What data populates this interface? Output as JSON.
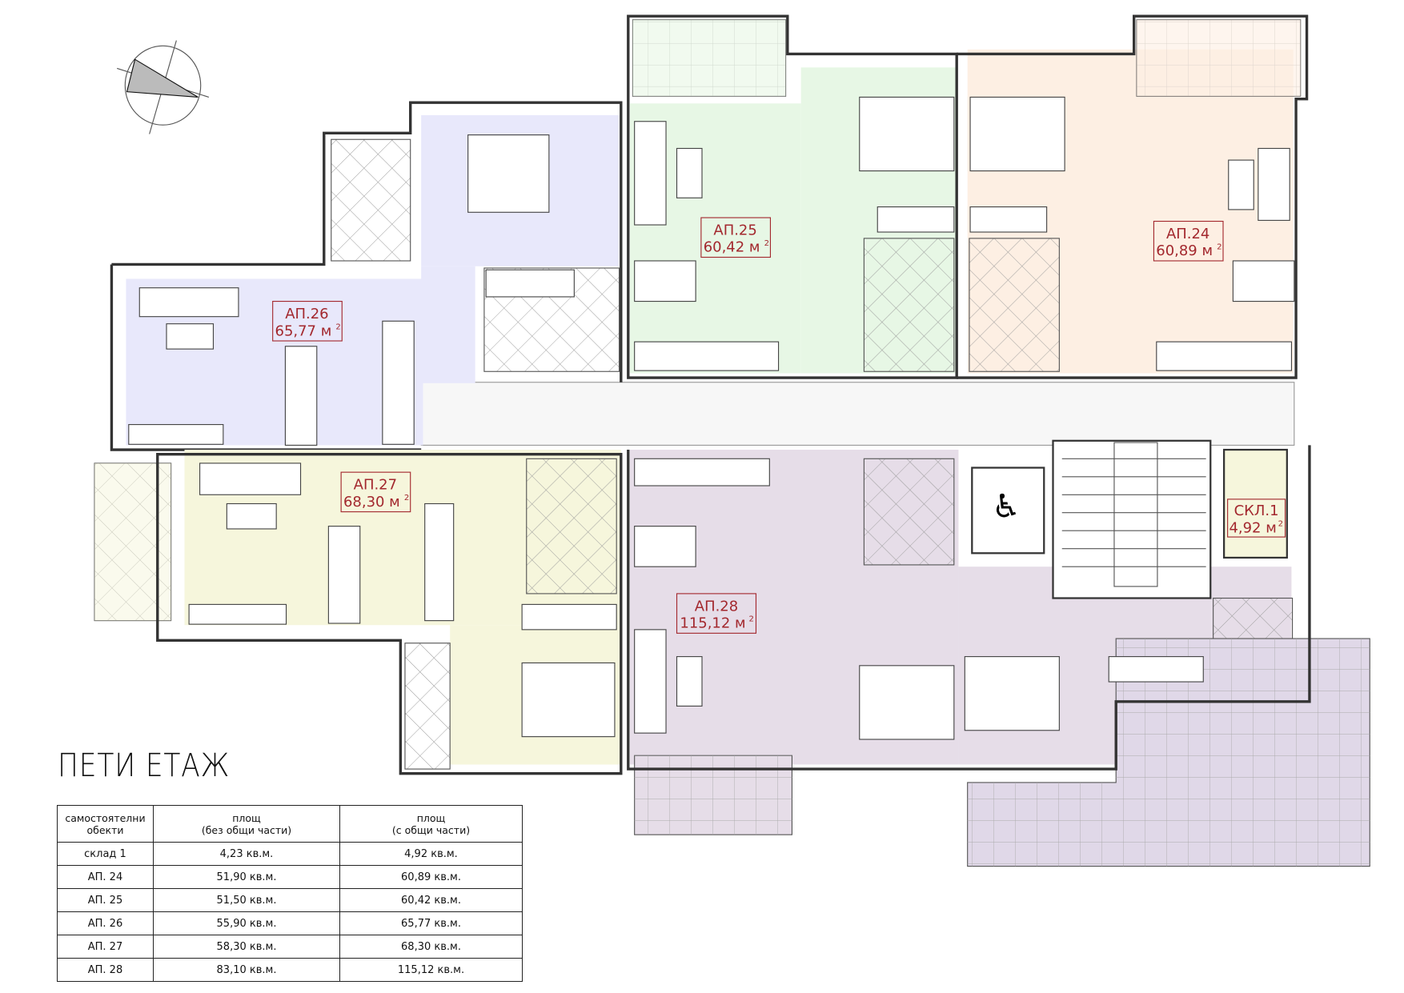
{
  "floor_title": "ПЕТИ ЕТАЖ",
  "units": [
    {
      "name": "АП.26",
      "area": "65,77 м",
      "sup": "2",
      "color": "#e8e8fb"
    },
    {
      "name": "АП.25",
      "area": "60,42 м",
      "sup": "2",
      "color": "#e7f7e5"
    },
    {
      "name": "АП.24",
      "area": "60,89 м",
      "sup": "2",
      "color": "#fdefe3"
    },
    {
      "name": "АП.27",
      "area": "68,30 м",
      "sup": "2",
      "color": "#f6f6dc"
    },
    {
      "name": "АП.28",
      "area": "115,12 м",
      "sup": "2",
      "color": "#e6dde8"
    },
    {
      "name": "СКЛ.1",
      "area": "4,92 м",
      "sup": "2",
      "color": "#f6f6dc"
    }
  ],
  "table": {
    "headers": [
      "самостоятелни\nобекти",
      "площ\n(без общи части)",
      "площ\n(с общи части)"
    ],
    "rows": [
      [
        "склад 1",
        "4,23 кв.м.",
        "4,92 кв.м."
      ],
      [
        "АП. 24",
        "51,90 кв.м.",
        "60,89 кв.м."
      ],
      [
        "АП. 25",
        "51,50 кв.м.",
        "60,42 кв.м."
      ],
      [
        "АП. 26",
        "55,90 кв.м.",
        "65,77 кв.м."
      ],
      [
        "АП. 27",
        "58,30 кв.м.",
        "68,30 кв.м."
      ],
      [
        "АП. 28",
        "83,10 кв.м.",
        "115,12 кв.м."
      ]
    ]
  },
  "colors": {
    "label": "#a3282e",
    "corridor": "#f7f7f7",
    "stair": "#ffffff"
  }
}
